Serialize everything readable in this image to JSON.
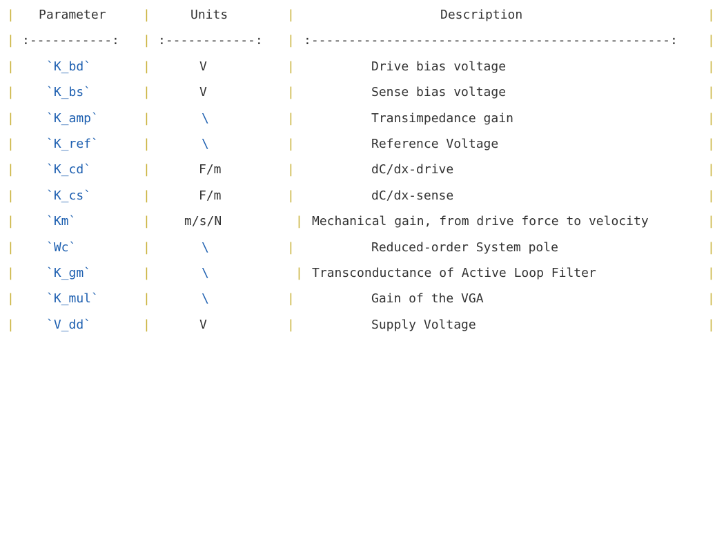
{
  "header": {
    "parameter": "Parameter",
    "units": "Units",
    "description": "Description"
  },
  "separator": {
    "parameter": ":-----------:",
    "units": ":------------:",
    "description": ":------------------------------------------------:"
  },
  "rows": [
    {
      "parameter": "`K_bd`",
      "units": "V",
      "description": "Drive bias voltage"
    },
    {
      "parameter": "`K_bs`",
      "units": "V",
      "description": "Sense bias voltage"
    },
    {
      "parameter": "`K_amp`",
      "units": "\\",
      "description": "Transimpedance gain"
    },
    {
      "parameter": "`K_ref`",
      "units": "\\",
      "description": "Reference Voltage"
    },
    {
      "parameter": "`K_cd`",
      "units": "F/m",
      "description": "dC/dx-drive"
    },
    {
      "parameter": "`K_cs`",
      "units": "F/m",
      "description": "dC/dx-sense"
    },
    {
      "parameter": "`Km`",
      "units": "m/s/N",
      "description": "Mechanical gain, from drive force to velocity"
    },
    {
      "parameter": "`Wc`",
      "units": "\\",
      "description": "Reduced-order System pole"
    },
    {
      "parameter": "`K_gm`",
      "units": "\\",
      "description": "Transconductance of Active Loop Filter"
    },
    {
      "parameter": "`K_mul`",
      "units": "\\",
      "description": "Gain of the VGA"
    },
    {
      "parameter": "`V_dd`",
      "units": "V",
      "description": "Supply Voltage"
    }
  ],
  "pipe_char": "|",
  "colors": {
    "text": "#333333",
    "code": "#1d5fb0",
    "pipe": "#c9b23a"
  }
}
